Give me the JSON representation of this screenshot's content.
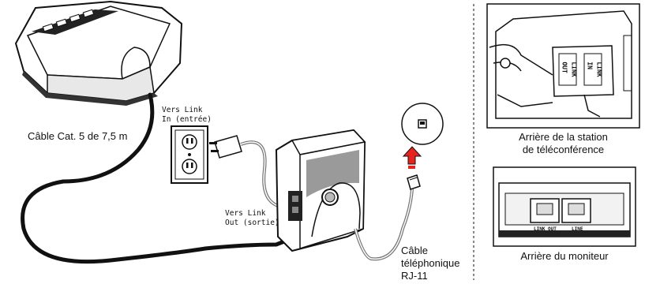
{
  "labels": {
    "cable_cat5": "Câble Cat. 5 de 7,5 m",
    "link_in_line1": "Vers Link",
    "link_in_line2": "In (entrée)",
    "link_out_line1": "Vers Link",
    "link_out_line2": "Out (sortie)",
    "phone_cable_line1": "Câble",
    "phone_cable_line2": "téléphonique",
    "phone_cable_line3": "RJ-11"
  },
  "panels": {
    "station_back": {
      "caption_line1": "Arrière de la station",
      "caption_line2": "de téléconférence",
      "port_link_out_1": "LINK",
      "port_link_out_2": "OUT",
      "port_link_in_1": "LINK",
      "port_link_in_2": "IN"
    },
    "monitor_back": {
      "caption": "Arrière du moniteur",
      "port_link_out": "LINK OUT",
      "port_line": "LINE"
    }
  },
  "icons": [
    "conference-station",
    "wall-outlet",
    "power-plug",
    "monitor-unit",
    "phone-jack",
    "up-arrow",
    "rj11-connector"
  ],
  "colors": {
    "arrow_fill": "#e8231f",
    "line": "#111111",
    "screen": "#9a9a9a"
  }
}
